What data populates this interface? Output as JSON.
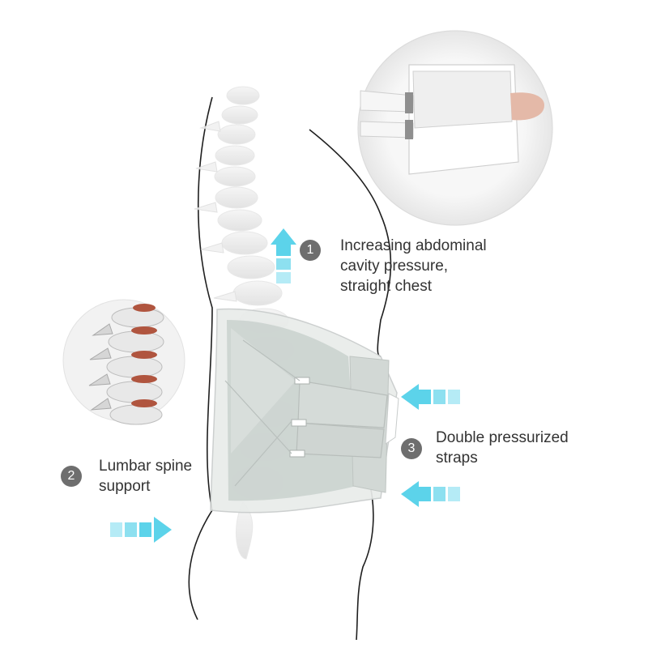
{
  "callouts": [
    {
      "number": "1",
      "lines": [
        "Increasing abdominal",
        "cavity pressure,",
        "straight chest"
      ]
    },
    {
      "number": "2",
      "lines": [
        "Lumbar spine",
        "support"
      ]
    },
    {
      "number": "3",
      "lines": [
        "Double pressurized",
        "straps"
      ]
    }
  ],
  "colors": {
    "arrow": "#5cd3ea",
    "badge": "#6e6e6e",
    "text": "#333333",
    "brace_panel": "#cfd6d3",
    "disc": "#b0553f"
  },
  "icons": [
    "arrow-up-icon",
    "arrow-left-icon",
    "arrow-right-icon"
  ]
}
